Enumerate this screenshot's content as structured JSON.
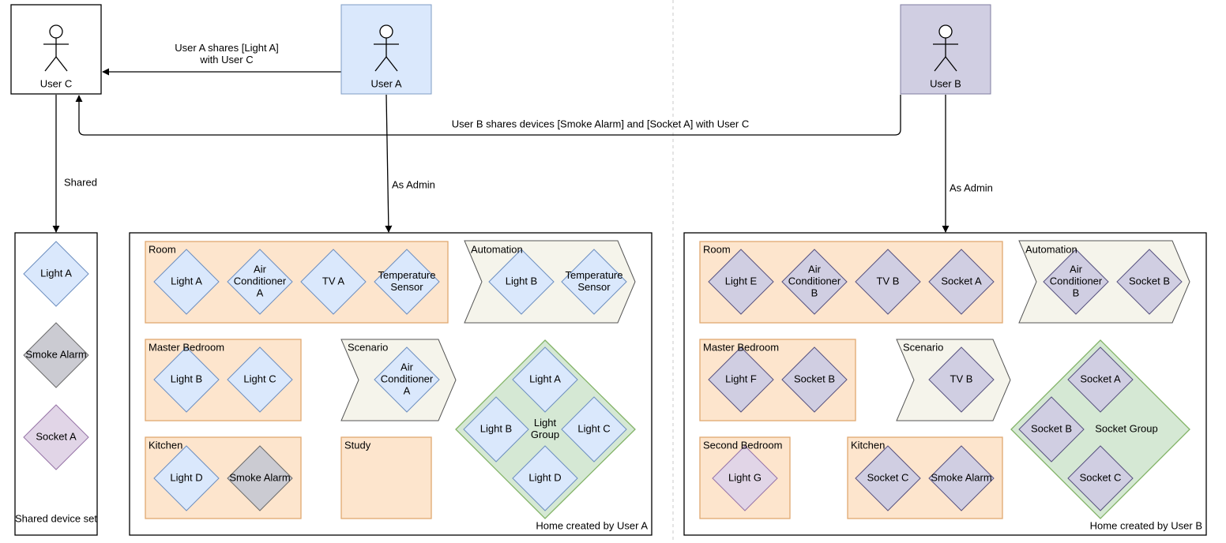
{
  "colors": {
    "line": "#000000",
    "divider": "#c8c8c8",
    "user_a": "#dae8fc",
    "user_a_stroke": "#7f9cc4",
    "user_b": "#d0cee2",
    "user_b_stroke": "#7f7ca0",
    "room": "#fde5cd",
    "room_stroke": "#e0a870",
    "chevron": "#f5f4eb",
    "group": "#d5e8d4",
    "group_stroke": "#82b366",
    "dev_blue": "#dae8fc",
    "dev_blue_stroke": "#6c8ebf",
    "dev_purple": "#d0cee2",
    "dev_purple_stroke": "#56517e",
    "dev_gray": "#cbcbd2",
    "dev_gray_stroke": "#6b6b6b",
    "dev_pink": "#e1d5e7",
    "dev_pink_stroke": "#9673a6"
  },
  "actors": [
    {
      "name": "user-c",
      "label": "User C",
      "style": "white",
      "icon": "person-icon"
    },
    {
      "name": "user-a",
      "label": "User A",
      "style": "blue",
      "icon": "person-icon"
    },
    {
      "name": "user-b",
      "label": "User B",
      "style": "purple",
      "icon": "person-icon"
    }
  ],
  "edge_labels": {
    "a_to_c": [
      "User A shares [Light A]",
      "with User C"
    ],
    "b_to_c": "User B shares devices [Smoke Alarm] and [Socket A] with User C",
    "c_shared": "Shared",
    "a_admin": "As Admin",
    "b_admin": "As Admin"
  },
  "shared_set": {
    "label": "Shared device set",
    "devices": [
      {
        "label": "Light A",
        "color": "blue"
      },
      {
        "label": "Smoke Alarm",
        "color": "gray"
      },
      {
        "label": "Socket A",
        "color": "pink"
      }
    ]
  },
  "home_a": {
    "label": "Home created by User A",
    "rooms": [
      {
        "label": "Room",
        "devices": [
          {
            "label": "Light A",
            "color": "blue"
          },
          {
            "label": "Air Conditioner A",
            "color": "blue"
          },
          {
            "label": "TV A",
            "color": "blue"
          },
          {
            "label": "Temperature Sensor",
            "color": "blue"
          }
        ]
      },
      {
        "label": "Master Bedroom",
        "devices": [
          {
            "label": "Light B",
            "color": "blue"
          },
          {
            "label": "Light C",
            "color": "blue"
          }
        ]
      },
      {
        "label": "Kitchen",
        "devices": [
          {
            "label": "Light D",
            "color": "blue"
          },
          {
            "label": "Smoke Alarm",
            "color": "gray"
          }
        ]
      },
      {
        "label": "Study",
        "devices": []
      }
    ],
    "automation": {
      "label": "Automation",
      "devices": [
        {
          "label": "Light B",
          "color": "blue"
        },
        {
          "label": "Temperature Sensor",
          "color": "blue"
        }
      ]
    },
    "scenario": {
      "label": "Scenario",
      "devices": [
        {
          "label": "Air Conditioner A",
          "color": "blue"
        }
      ]
    },
    "group": {
      "label": "Light Group",
      "devices": [
        {
          "label": "Light A",
          "color": "blue"
        },
        {
          "label": "Light B",
          "color": "blue"
        },
        {
          "label": "Light C",
          "color": "blue"
        },
        {
          "label": "Light D",
          "color": "blue"
        }
      ]
    }
  },
  "home_b": {
    "label": "Home created by User B",
    "rooms": [
      {
        "label": "Room",
        "devices": [
          {
            "label": "Light E",
            "color": "purple"
          },
          {
            "label": "Air Conditioner B",
            "color": "purple"
          },
          {
            "label": "TV B",
            "color": "purple"
          },
          {
            "label": "Socket A",
            "color": "purple"
          }
        ]
      },
      {
        "label": "Master Bedroom",
        "devices": [
          {
            "label": "Light F",
            "color": "purple"
          },
          {
            "label": "Socket B",
            "color": "purple"
          }
        ]
      },
      {
        "label": "Second Bedroom",
        "devices": [
          {
            "label": "Light G",
            "color": "pink"
          }
        ]
      },
      {
        "label": "Kitchen",
        "devices": [
          {
            "label": "Socket C",
            "color": "purple"
          },
          {
            "label": "Smoke Alarm",
            "color": "purple"
          }
        ]
      }
    ],
    "automation": {
      "label": "Automation",
      "devices": [
        {
          "label": "Air Conditioner B",
          "color": "purple"
        },
        {
          "label": "Socket B",
          "color": "purple"
        }
      ]
    },
    "scenario": {
      "label": "Scenario",
      "devices": [
        {
          "label": "TV B",
          "color": "purple"
        }
      ]
    },
    "group": {
      "label": "Socket Group",
      "devices": [
        {
          "label": "Socket A",
          "color": "purple"
        },
        {
          "label": "Socket B",
          "color": "purple"
        },
        {
          "label": "Socket C",
          "color": "purple"
        }
      ]
    }
  }
}
